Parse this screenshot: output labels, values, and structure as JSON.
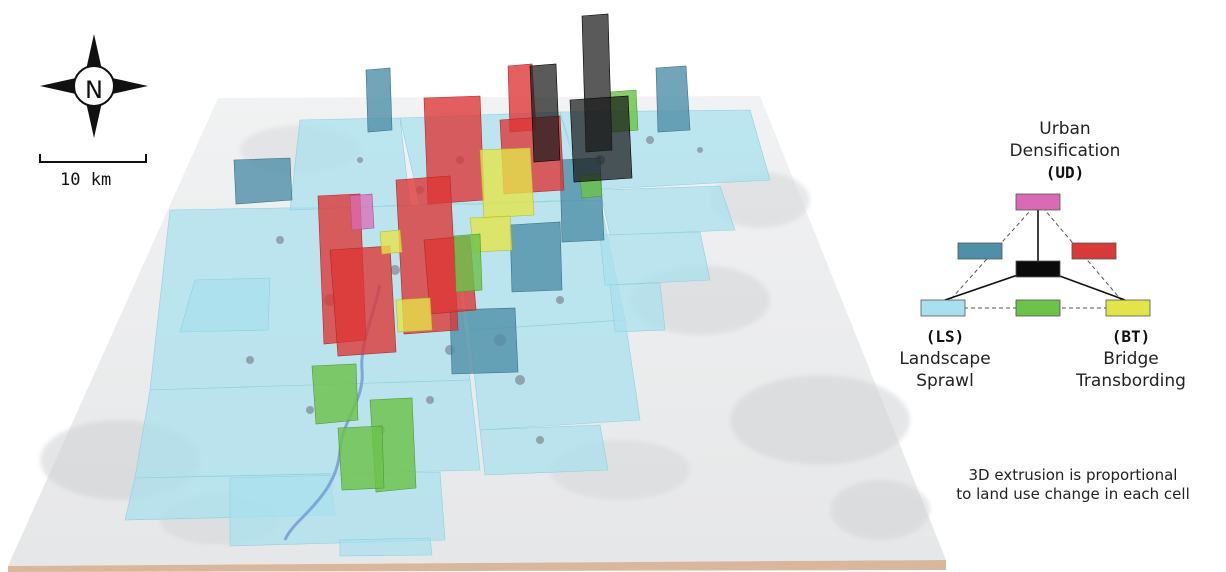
{
  "compass": {
    "letter": "N"
  },
  "scale": {
    "label": "10  km"
  },
  "legend": {
    "top_line1": "Urban",
    "top_line2": "Densification",
    "top_code": "(UD)",
    "left_code": "(LS)",
    "left_line1": "Landscape",
    "left_line2": "Sprawl",
    "right_code": "(BT)",
    "right_line1": "Bridge",
    "right_line2": "Transbording",
    "colors": {
      "ud": "#d96bb6",
      "ld": "#4f8fa8",
      "ub": "#d83a3a",
      "mixed": "#0a0a0a",
      "ls": "#a9e0ee",
      "lb": "#6cc24a",
      "bt": "#e3e34a"
    }
  },
  "note": {
    "line1": "3D extrusion is proportional",
    "line2": "to land use change in each cell"
  }
}
